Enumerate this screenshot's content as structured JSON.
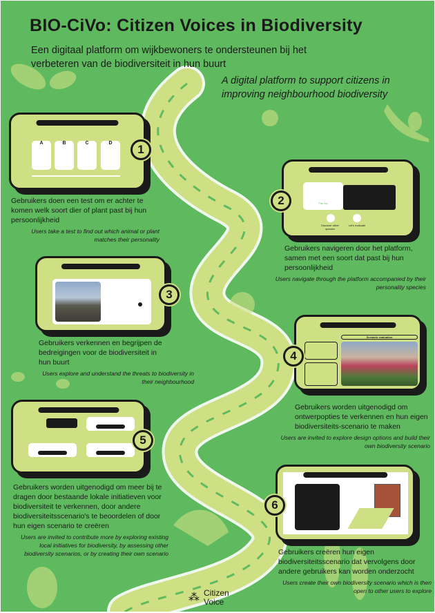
{
  "header": {
    "title": "BIO-CiVo: Citizen Voices in Biodiversity",
    "subtitle_nl": "Een digitaal platform om wijkbewoners te ondersteunen bij het verbeteren van de biodiversiteit in hun buurt",
    "subtitle_en": "A digital platform to support citizens in improving neighbourhood biodiversity"
  },
  "steps": [
    {
      "number": "1",
      "nl": "Gebruikers doen een test om er achter te komen welk soort dier of plant past bij hun persoonlijkheid",
      "en": "Users take a test to find out which animal or plant matches their personality",
      "screen": {
        "options": [
          "A",
          "B",
          "C",
          "D"
        ]
      }
    },
    {
      "number": "2",
      "nl": "Gebruikers navigeren door het platform, samen met een soort dat past bij hun persoonlijkheid",
      "en": "Users navigate through the platform accompanied by their personality species",
      "screen": {
        "species": "The fox",
        "discover": "Discover other species",
        "evaluate": "Let's evaluate"
      }
    },
    {
      "number": "3",
      "nl": "Gebruikers verkennen en begrijpen de bedreigingen voor de biodiversiteit in hun buurt",
      "en": "Users explore and understand the threats to biodiversity in their neighbourhood"
    },
    {
      "number": "4",
      "nl": "Gebruikers worden uitgenodigd om ontwerpopties te verkennen en hun eigen biodiversiteits-scenario te maken",
      "en": "Users are invited to explore design options and build their own biodiversity scenario",
      "screen": {
        "heading": "Scenario evaluation"
      }
    },
    {
      "number": "5",
      "nl": "Gebruikers worden uitgenodigd om meer bij te dragen door bestaande lokale initiatieven voor biodiversiteit te verkennen, door andere biodiversiteitsscenario's te beoordelen of door hun eigen scenario te creëren",
      "en": "Users are invited to contribute more by exploring existing local initiatives for biodiversity, by assessing other biodiversity scenarios, or by creating their own scenario"
    },
    {
      "number": "6",
      "nl": "Gebruikers creëren hun eigen biodiversiteitsscenario dat vervolgens door andere gebruikers kan worden onderzocht",
      "en": "Users create their own biodiversity scenario which is then open to other users to explore"
    }
  ],
  "footer": {
    "logo_line1": "Citizen",
    "logo_line2": "Voice"
  },
  "colors": {
    "background": "#5fba5f",
    "road": "#cfe084",
    "ink": "#1a1a1a"
  }
}
